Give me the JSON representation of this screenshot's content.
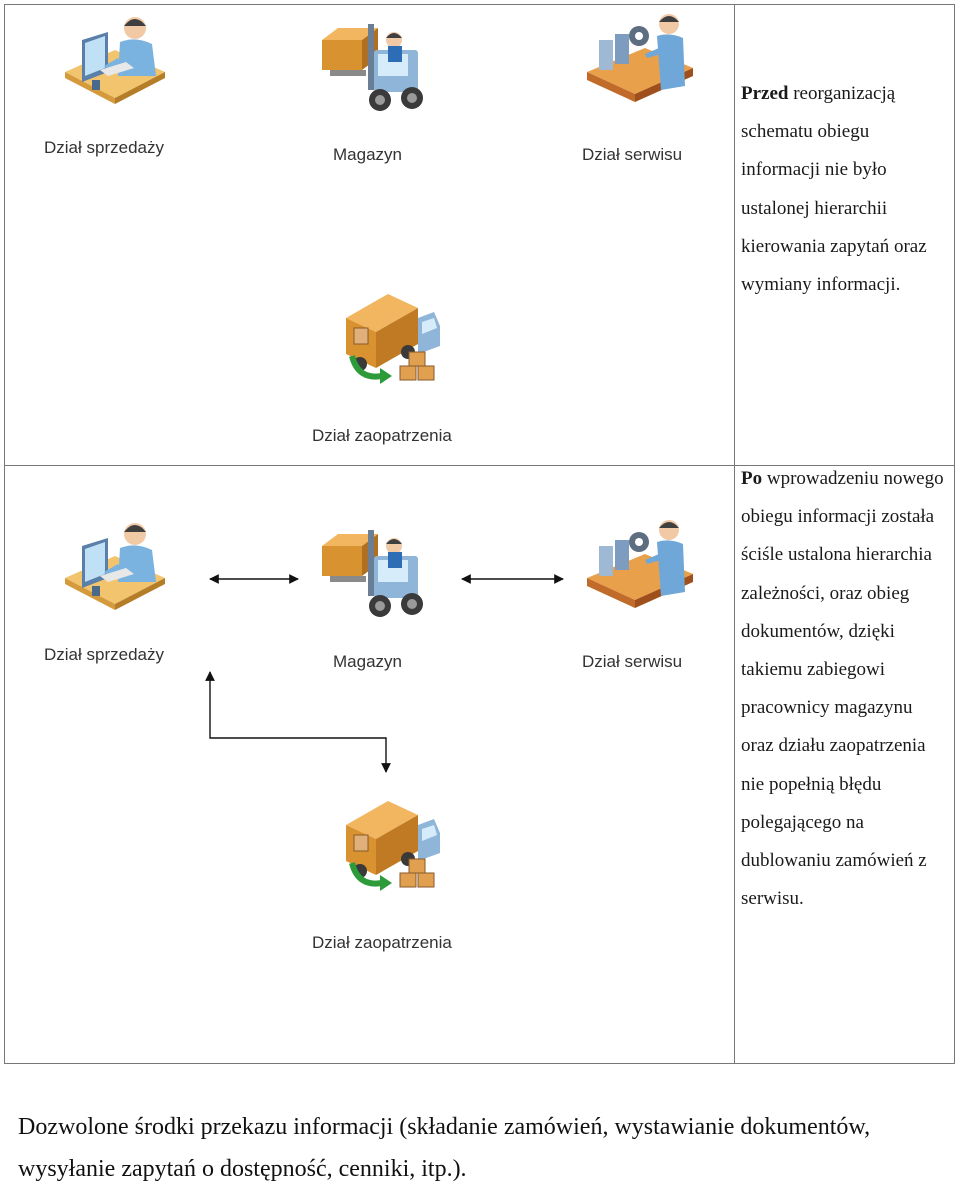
{
  "top_diagram": {
    "labels": {
      "sales": "Dział sprzedaży",
      "warehouse": "Magazyn",
      "service": "Dział serwisu",
      "supply": "Dział zaopatrzenia"
    }
  },
  "top_text": {
    "bold": "Przed",
    "rest": "reorganizacją schematu obiegu informacji nie było ustalonej hierarchii kierowania zapytań oraz wymiany informacji."
  },
  "bottom_diagram": {
    "labels": {
      "sales": "Dział sprzedaży",
      "warehouse": "Magazyn",
      "service": "Dział serwisu",
      "supply": "Dział zaopatrzenia"
    }
  },
  "bottom_text": {
    "bold": "Po",
    "rest": "wprowadzeniu nowego obiegu informacji została ściśle ustalona hierarchia zależności, oraz obieg dokumentów, dzięki takiemu zabiegowi pracownicy magazynu oraz działu zaopatrzenia nie popełnią błędu polegającego na dublowaniu zamówień z serwisu."
  },
  "caption": "Dozwolone środki przekazu informacji (składanie zamówień, wystawianie dokumentów, wysyłanie zapytań o dostępność, cenniki, itp.).",
  "icons": {
    "sales": "office-worker-computer-icon",
    "warehouse": "forklift-icon",
    "service": "conveyor-technician-icon",
    "supply": "delivery-truck-icon"
  }
}
